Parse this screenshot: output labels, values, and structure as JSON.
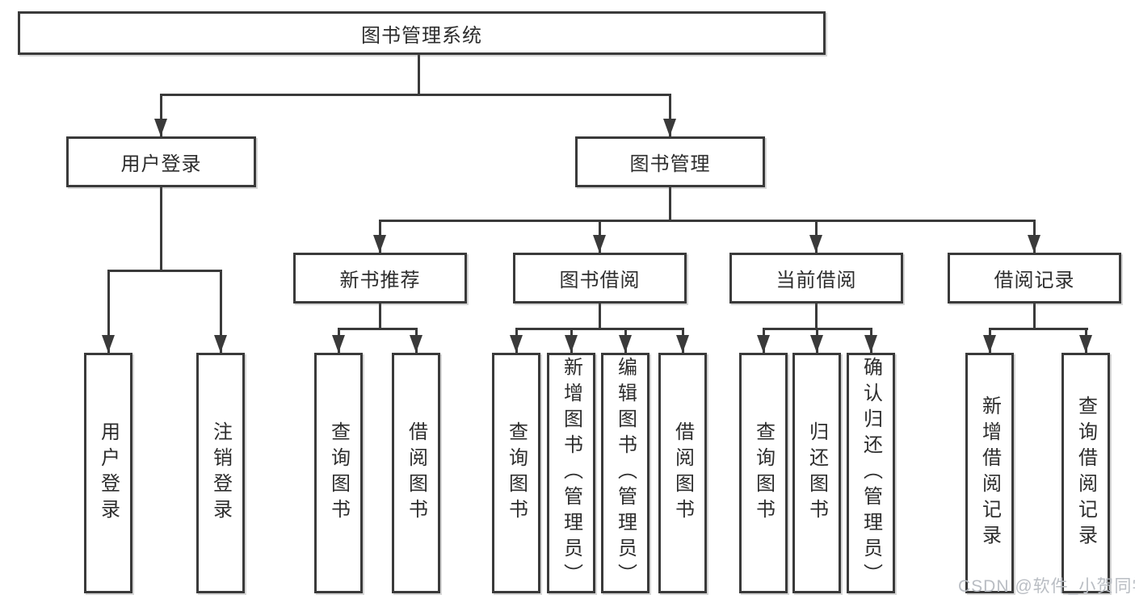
{
  "diagram": {
    "tree": {
      "root": {
        "label": "图书管理系统",
        "children": [
          {
            "label": "用户登录",
            "children": [
              {
                "label": "用户登录"
              },
              {
                "label": "注销登录"
              }
            ]
          },
          {
            "label": "图书管理",
            "children": [
              {
                "label": "新书推荐",
                "children": [
                  {
                    "label": "查询图书"
                  },
                  {
                    "label": "借阅图书"
                  }
                ]
              },
              {
                "label": "图书借阅",
                "children": [
                  {
                    "label": "查询图书"
                  },
                  {
                    "label": "新增图书（管理员）"
                  },
                  {
                    "label": "编辑图书（管理员）"
                  },
                  {
                    "label": "借阅图书"
                  }
                ]
              },
              {
                "label": "当前借阅",
                "children": [
                  {
                    "label": "查询图书"
                  },
                  {
                    "label": "归还图书"
                  },
                  {
                    "label": "确认归还（管理员）"
                  }
                ]
              },
              {
                "label": "借阅记录",
                "children": [
                  {
                    "label": "新增借阅记录"
                  },
                  {
                    "label": "查询借阅记录"
                  }
                ]
              }
            ]
          }
        ]
      }
    },
    "watermark": {
      "text": "CSDN @软件_小贺同学"
    },
    "colors": {
      "line": "#3a3a3a",
      "text": "#2d2d2d",
      "watermark": "#b9bdc3",
      "background": "#ffffff"
    }
  }
}
